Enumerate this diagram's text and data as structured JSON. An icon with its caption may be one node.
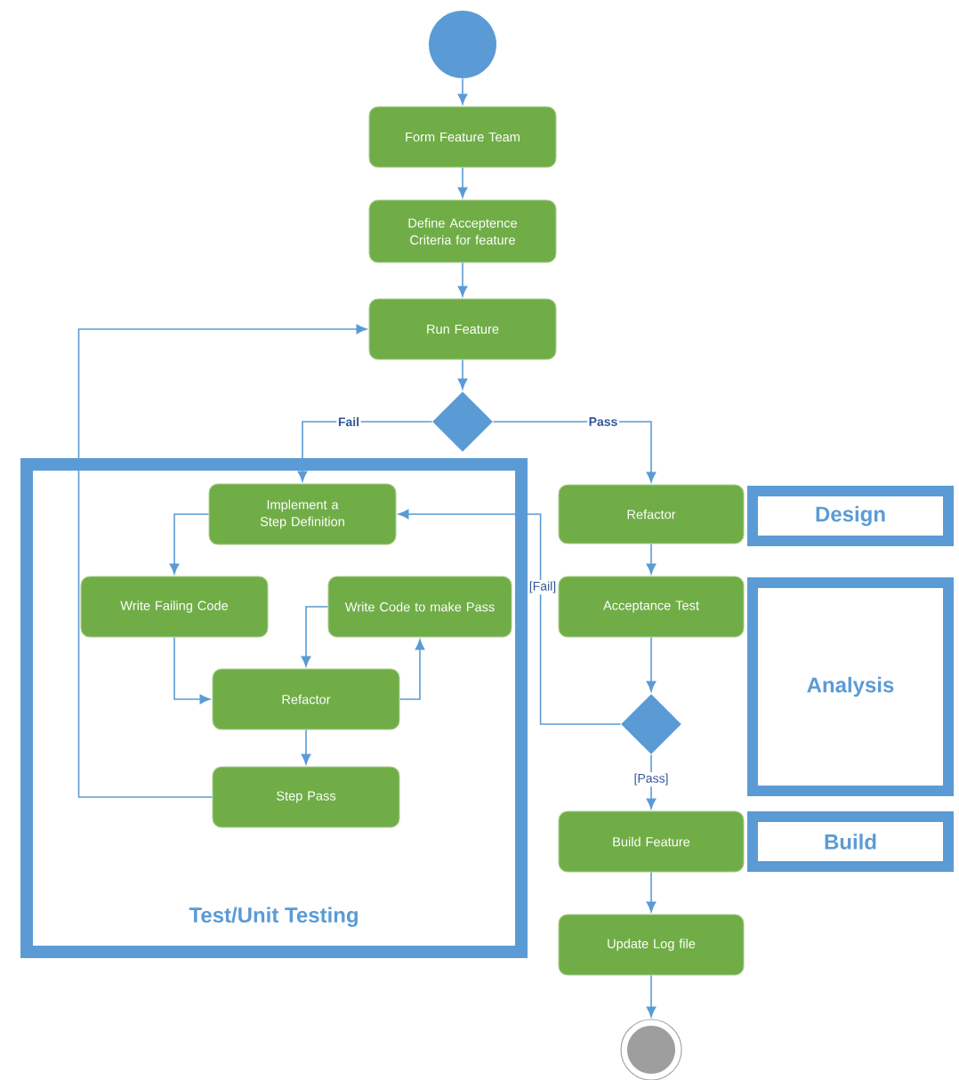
{
  "diagram": {
    "nodes": [
      {
        "text": [],
        "shape": "circle"
      },
      {
        "text": [
          "Form Feature Team"
        ]
      },
      {
        "text": [
          "Define Acceptence Criteria for feature"
        ]
      },
      {
        "text": [
          "Run Feature"
        ]
      },
      {
        "text": [],
        "shape": "diamond"
      },
      {
        "text": [
          "Test/Unit Testing"
        ]
      },
      {
        "text": [
          "Implement a Step Definition"
        ],
        "in": 5
      },
      {
        "text": [
          "Write Failing Code"
        ],
        "in": 5
      },
      {
        "text": [
          "Write Code to make Pass"
        ],
        "in": 5
      },
      {
        "text": [
          "Refactor"
        ],
        "in": 5
      },
      {
        "text": [
          "Step Pass"
        ],
        "in": 5
      },
      {
        "text": [
          "Refactor"
        ]
      },
      {
        "text": [
          "Design"
        ]
      },
      {
        "text": [
          "Acceptance Test"
        ]
      },
      {
        "text": [
          "Analysis"
        ]
      },
      {
        "text": [],
        "shape": "diamond"
      },
      {
        "text": [
          "Build Feature"
        ]
      },
      {
        "text": [
          "Build"
        ]
      },
      {
        "text": [
          "Update Log file"
        ]
      },
      {
        "text": [],
        "shape": "circle"
      }
    ],
    "edges": [
      {
        "from": 0,
        "to": 1,
        "arrow": "to"
      },
      {
        "from": 1,
        "to": 2,
        "arrow": "to"
      },
      {
        "from": 2,
        "to": 3,
        "arrow": "to"
      },
      {
        "from": 3,
        "to": 4,
        "arrow": "to"
      },
      {
        "from": 4,
        "to": 6,
        "arrow": "to",
        "label": "Fail"
      },
      {
        "from": 4,
        "to": 11,
        "arrow": "to",
        "label": "Pass"
      },
      {
        "from": 6,
        "to": 7,
        "arrow": "to"
      },
      {
        "from": 7,
        "to": 9,
        "arrow": "to"
      },
      {
        "from": 9,
        "to": 8,
        "arrow": "to"
      },
      {
        "from": 8,
        "to": 9,
        "arrow": "to"
      },
      {
        "from": 9,
        "to": 10,
        "arrow": "to"
      },
      {
        "from": 10,
        "to": 3,
        "arrow": "to"
      },
      {
        "from": 11,
        "to": 13,
        "arrow": "to"
      },
      {
        "from": 13,
        "to": 15,
        "arrow": "to"
      },
      {
        "from": 15,
        "to": 6,
        "arrow": "to",
        "label": "[Fail]"
      },
      {
        "from": 15,
        "to": 16,
        "arrow": "to",
        "label": "[Pass]"
      },
      {
        "from": 16,
        "to": 18,
        "arrow": "to"
      },
      {
        "from": 18,
        "to": 19,
        "arrow": "to"
      }
    ]
  }
}
